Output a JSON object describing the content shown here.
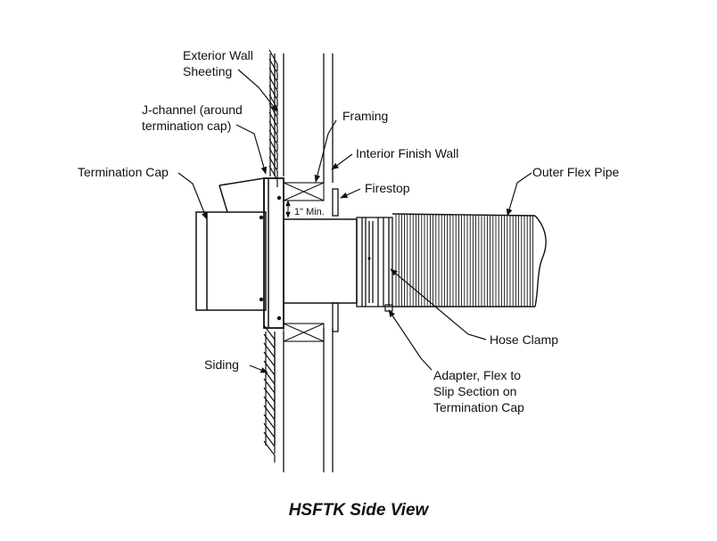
{
  "diagram": {
    "title": "HSFTK Side View",
    "labels": {
      "exterior_wall_1": "Exterior Wall",
      "exterior_wall_2": "Sheeting",
      "jchannel_1": "J-channel (around",
      "jchannel_2": "termination cap)",
      "framing": "Framing",
      "interior_finish_wall": "Interior Finish Wall",
      "termination_cap": "Termination Cap",
      "firestop": "Firestop",
      "outer_flex_pipe": "Outer Flex Pipe",
      "min_clearance": "1\" Min.",
      "hose_clamp": "Hose Clamp",
      "siding": "Siding",
      "adapter_1": "Adapter, Flex to",
      "adapter_2": "Slip Section on",
      "adapter_3": "Termination Cap"
    }
  }
}
